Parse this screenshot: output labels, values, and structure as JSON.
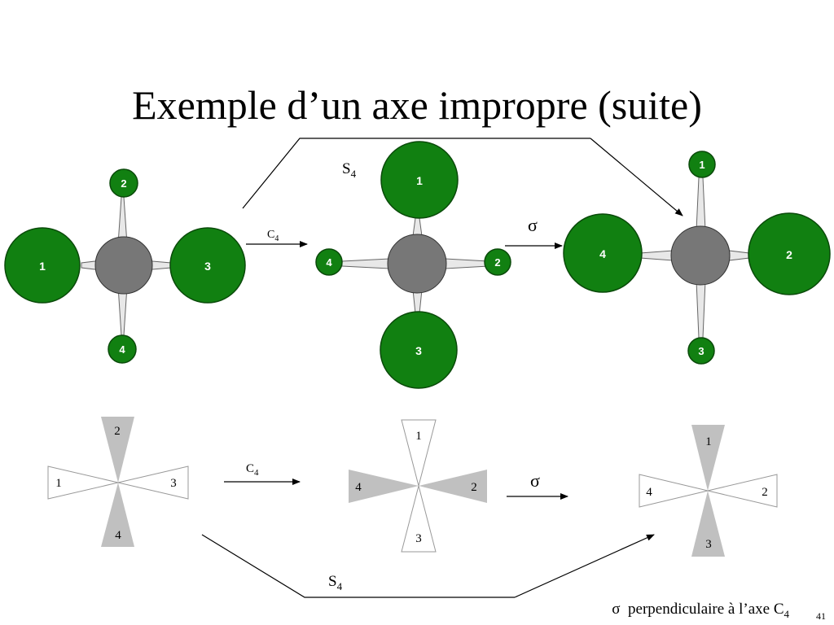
{
  "title": "Exemple d’un axe impropre (suite)",
  "labels": {
    "s4_top_base": "S",
    "s4_top_sub": "4",
    "c4_top_base": "C",
    "c4_top_sub": "4",
    "sigma_top": "σ",
    "c4_bottom_base": "C",
    "c4_bottom_sub": "4",
    "sigma_bottom": "σ",
    "s4_bottom_base": "S",
    "s4_bottom_sub": "4"
  },
  "molecules": [
    {
      "atoms": {
        "left": "1",
        "right": "3",
        "top": "2",
        "bottom": "4"
      }
    },
    {
      "atoms": {
        "left": "4",
        "right": "2",
        "top": "1",
        "bottom": "3"
      }
    },
    {
      "atoms": {
        "left": "4",
        "right": "2",
        "top": "1",
        "bottom": "3"
      }
    }
  ],
  "schematics": [
    {
      "labels": {
        "top": "2",
        "bottom": "4",
        "left": "1",
        "right": "3"
      }
    },
    {
      "labels": {
        "top": "1",
        "bottom": "3",
        "left": "4",
        "right": "2"
      }
    },
    {
      "labels": {
        "top": "1",
        "bottom": "3",
        "left": "4",
        "right": "2"
      }
    }
  ],
  "footnote": {
    "symbol": "σ",
    "text": "perpendiculaire à l’axe C",
    "sub": "4"
  },
  "slide_number": "41",
  "colors": {
    "atom_green": "#118011",
    "atom_gray": "#777777",
    "wedge_gray": "#c0c0c0"
  }
}
